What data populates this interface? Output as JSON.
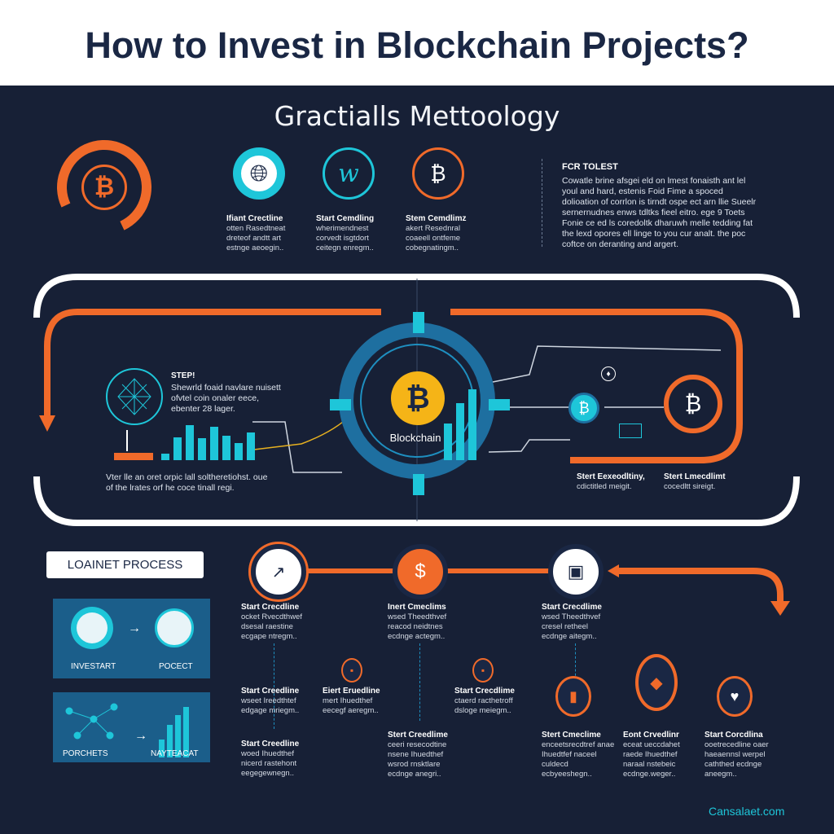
{
  "header": {
    "title": "How to Invest in Blockchain Projects?"
  },
  "subtitle": "Gractialls Mettoology",
  "top_steps": [
    {
      "icon": "globe-icon",
      "title": "Ifiant Crectline",
      "text": "otten Rasedtneat dreteof andtt art estnge aeoegin.."
    },
    {
      "icon": "w-coin-icon",
      "title": "Start Cemdling",
      "text": "wherimendnest corvedt isgtdort ceitegn enregm.."
    },
    {
      "icon": "bitcoin-icon",
      "title": "Stem Cemdlimz",
      "text": "akert Resednral coaeell ontfeme cobegnatingm.."
    }
  ],
  "info": {
    "title": "FCR TOLEST",
    "text": "Cowatle brine afsgei eld on lmest fonaisth ant lel youl and hard, estenis Foid Fime a spoced dolioation of corrlon is tirndt ospe ect arn llie Sueelr sernernudnes enws tdltks fieel eitro. ege 9 Toets Fonie ce ed ls coredoltk dharuwh melle tedding fat the lexd opores ell linge to you cur analt. the poc coftce on deranting and argert."
  },
  "center": {
    "label": "Blockchain",
    "step_title": "STEP!",
    "step_text": "Shewrld foaid navlare nuisett ofvtel coin onaler eece, ebenter 28 lager.",
    "bottom_text": "Vter lle an oret orpic lall soltheretiohst. oue of the lrates orf he coce tinall regi.",
    "right_caps": [
      {
        "title": "Stert Eexeodltiny,",
        "text": "cdictitled meigit."
      },
      {
        "title": "Stert Lmecdlimt",
        "text": "cocedltt sireigt."
      }
    ]
  },
  "process": {
    "label": "LOAINET PROCESS",
    "cards": [
      {
        "a": "INVESTART",
        "b": "POCECT"
      },
      {
        "a": "PORCHETS",
        "b": "NAYTEACAT"
      }
    ]
  },
  "timeline": {
    "nodes": [
      {
        "icon": "chart-arrow-icon"
      },
      {
        "icon": "dollar-icon"
      },
      {
        "icon": "box-icon"
      }
    ],
    "texts": [
      {
        "title": "Start Crecdline",
        "text": "ocket Rvecdthwef dsesal raestine ecgape ntregm.."
      },
      {
        "title": "Inert Cmeclims",
        "text": "wsed Theedthvef reacod neidtnes ecdnge actegm.."
      },
      {
        "title": "Start Crecdlime",
        "text": "wsed Theedthvef cresel retheel ecdnge aitegm.."
      },
      {
        "title": "Start Creedline",
        "text": "wseet Ireedthtef edgage mriegm.."
      },
      {
        "title": "Eiert Eruedline",
        "text": "mert Ihuedthef eecegf aeregm.."
      },
      {
        "title": "Start Crecdlime",
        "text": "ctaerd racthetroff dsloge meiegm.."
      },
      {
        "title": "Start Creedline",
        "text": "woed Ihuedthef nicerd rastehont eegegewnegn.."
      },
      {
        "title": "Stert Creedlime",
        "text": "ceeri resecodtine nsene Ihuedthef wsrod rnsktlare ecdnge anegri.."
      },
      {
        "title": "Stert Cmeclime",
        "text": "enceetsrecdtref anae Ihuedtfef naceel culdecd ecbyeeshegn.."
      },
      {
        "title": "Eont Crvedlinr",
        "text": "eceat ueccdahet raede Ihuedthef naraal nstebeic ecdnge.weger.."
      },
      {
        "title": "Start Corcdlina",
        "text": "ooetrecedline oaer haeaennsl werpel caththed ecdnge aneegm.."
      }
    ]
  },
  "footer": "Cansalaet.com",
  "colors": {
    "bg": "#172036",
    "orange": "#f06a2a",
    "cyan": "#1ec6d9",
    "blue": "#1e6fa0",
    "yellow": "#f5b417"
  }
}
